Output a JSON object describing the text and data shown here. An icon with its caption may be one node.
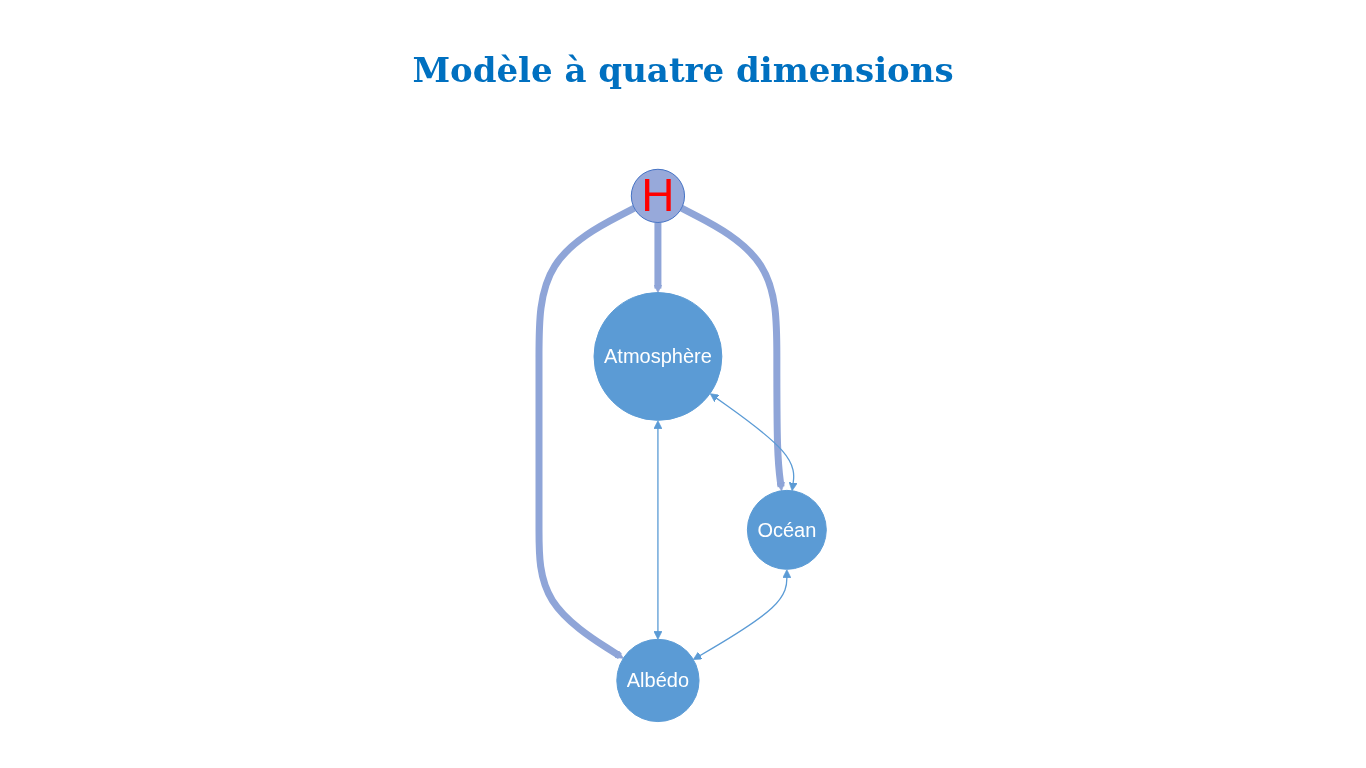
{
  "diagram": {
    "title": "Modèle à quatre dimensions",
    "nodes": [
      {
        "text": [
          "Atmosphère"
        ]
      },
      {
        "text": [
          "H"
        ]
      },
      {
        "text": [
          "Océan"
        ]
      },
      {
        "text": [
          "Albédo"
        ]
      }
    ],
    "edges": [
      {
        "from": 1,
        "to": 0,
        "arrow": "to",
        "style": "thick",
        "color": "#8fa5d8"
      },
      {
        "from": 1,
        "to": 2,
        "arrow": "to",
        "style": "thick",
        "color": "#8fa5d8"
      },
      {
        "from": 1,
        "to": 3,
        "arrow": "to",
        "style": "thick",
        "color": "#8fa5d8"
      },
      {
        "from": 0,
        "to": 2,
        "arrow": "both"
      },
      {
        "from": 0,
        "to": 3,
        "arrow": "both"
      },
      {
        "from": 2,
        "to": 3,
        "arrow": "both"
      }
    ]
  }
}
